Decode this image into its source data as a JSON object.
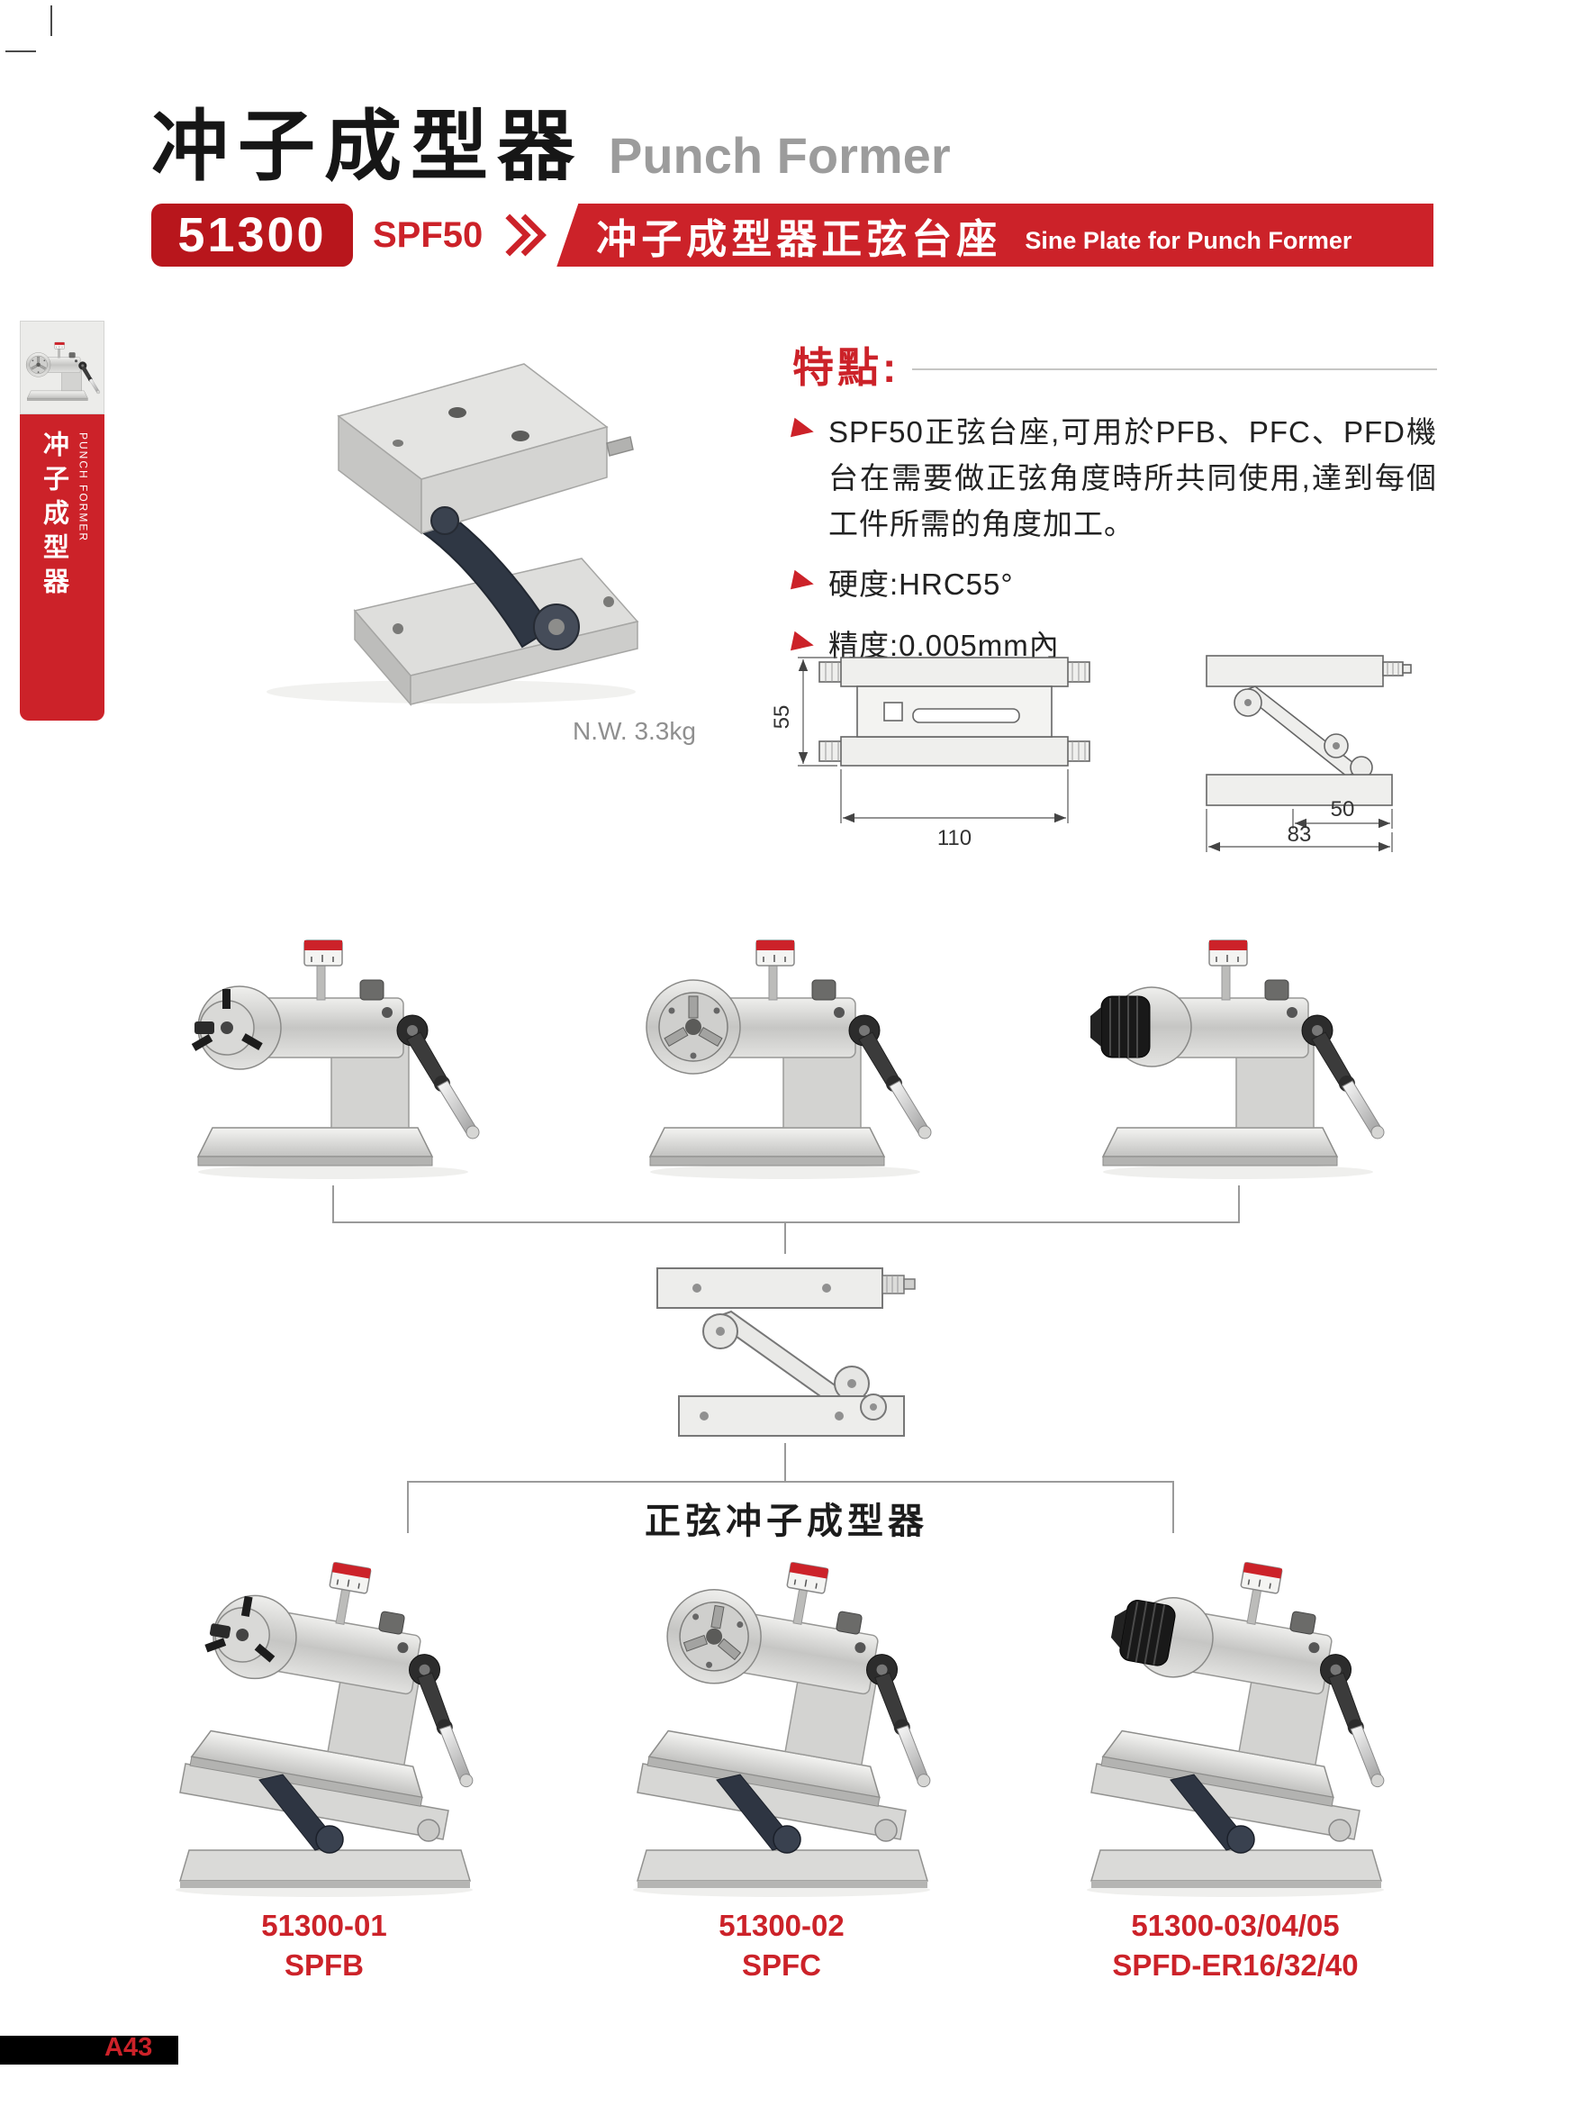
{
  "page": {
    "title_zh": "冲子成型器",
    "title_en": "Punch Former",
    "page_number": "A43"
  },
  "banner": {
    "code": "51300",
    "model": "SPF50",
    "title_zh": "冲子成型器正弦台座",
    "title_en": "Sine Plate for Punch Former"
  },
  "sidebar": {
    "tab_zh": "冲子成型器",
    "tab_en": "PUNCH FORMER"
  },
  "photo": {
    "net_weight": "N.W. 3.3kg"
  },
  "features": {
    "heading": "特點:",
    "items": [
      "SPF50正弦台座,可用於PFB、PFC、PFD機台在需要做正弦角度時所共同使用,達到每個工件所需的角度加工。",
      "硬度:HRC55°",
      "精度:0.005mm內"
    ]
  },
  "drawings": {
    "front_view": {
      "height": "55",
      "width": "110"
    },
    "side_view": {
      "width_inner": "50",
      "width_total": "83"
    }
  },
  "group_label": "正弦冲子成型器",
  "models": [
    {
      "code": "51300-01",
      "name": "SPFB"
    },
    {
      "code": "51300-02",
      "name": "SPFC"
    },
    {
      "code": "51300-03/04/05",
      "name": "SPFD-ER16/32/40"
    }
  ],
  "colors": {
    "accent": "#cc2229",
    "code_box": "#b8161c",
    "arm_dark": "#2f3744"
  }
}
